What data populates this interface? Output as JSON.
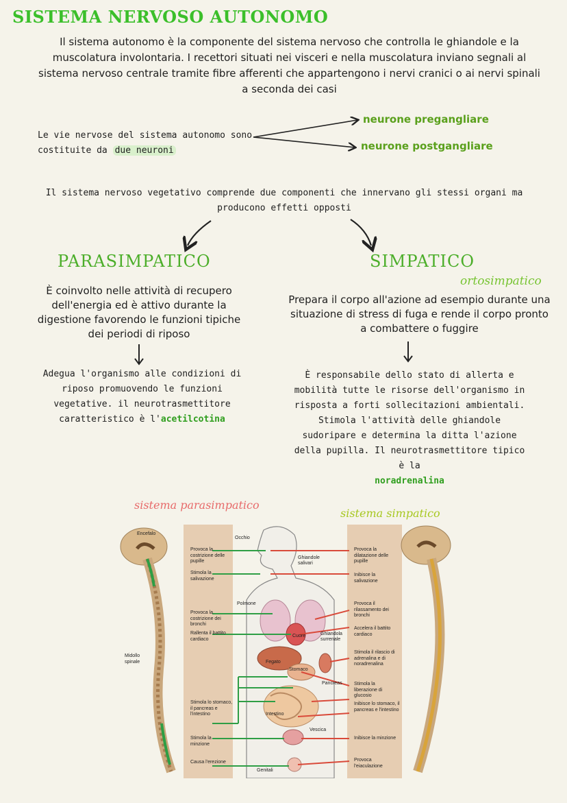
{
  "title": "SISTEMA NERVOSO AUTONOMO",
  "intro": "Il sistema autonomo è la componente del sistema nervoso che controlla le ghiandole e la muscolatura involontaria. I recettori situati nei visceri e nella muscolatura inviano segnali al sistema nervoso centrale tramite fibre afferenti che appartengono i nervi cranici o ai nervi spinali a seconda dei casi",
  "vie": {
    "text": "Le vie nervose del sistema autonomo sono costituite da",
    "highlight": "due neuroni"
  },
  "neurons": {
    "pre": "neurone pregangliare",
    "post": "neurone postgangliare"
  },
  "components": "Il sistema nervoso vegetativo comprende due componenti che innervano gli stessi organi ma producono effetti opposti",
  "parasimpatico": {
    "heading": "PARASIMPATICO",
    "desc": "È coinvolto nelle attività di recupero dell'energia ed è attivo durante la digestione favorendo le funzioni tipiche dei periodi di riposo",
    "detail": "Adegua l'organismo alle condizioni di riposo promuovendo le funzioni vegetative. il neurotrasmettitore caratteristico è l'",
    "neurotransmitter": "acetilcotina"
  },
  "simpatico": {
    "heading": "SIMPATICO",
    "subtitle": "ortosimpatico",
    "desc": "Prepara il corpo all'azione ad esempio durante una situazione di stress di fuga e rende il corpo pronto a combattere o fuggire",
    "detail": "È responsabile dello stato di allerta e mobilità tutte le risorse dell'organismo in risposta a forti sollecitazioni ambientali. Stimola l'attività delle ghiandole sudoripare e determina la ditta l'azione della pupilla. Il neurotrasmettitore tipico è la",
    "neurotransmitter": "noradrenalina"
  },
  "diagram": {
    "label_para": "sistema parasimpatico",
    "label_simp": "sistema simpatico",
    "encefalo": "Encefalo",
    "midollo": "Midollo spinale",
    "organs": {
      "occhio": "Occhio",
      "ghiandole": "Ghiandole salivari",
      "polmone": "Polmone",
      "cuore": "Cuore",
      "surrenale": "Ghiandola surrenale",
      "fegato": "Fegato",
      "stomaco": "Stomaco",
      "pancreas": "Pancreas",
      "intestino": "Intestino",
      "vescica": "Vescica",
      "genitali": "Genitali"
    },
    "left_effects": [
      "Provoca la costrizione delle pupille",
      "Stimola la salivazione",
      "Provoca la costrizione dei bronchi",
      "Rallenta il battito cardiaco",
      "Stimola lo stomaco, il pancreas e l'intestino",
      "Stimola la minzione",
      "Causa l'erezione"
    ],
    "right_effects": [
      "Provoca la dilatazione delle pupille",
      "Inibisce la salivazione",
      "Provoca il rilassamento dei bronchi",
      "Accelera il battito cardiaco",
      "Stimola il rilascio di adrenalina e di noradrenalina",
      "Stimola la liberazione di glucosio",
      "Inibisce lo stomaco, il pancreas e l'intestino",
      "Inibisce la minzione",
      "Provoca l'eiaculazione"
    ],
    "colors": {
      "para": "#2e9e45",
      "simp": "#d94a3a",
      "panel": "#e6cdb2"
    }
  }
}
